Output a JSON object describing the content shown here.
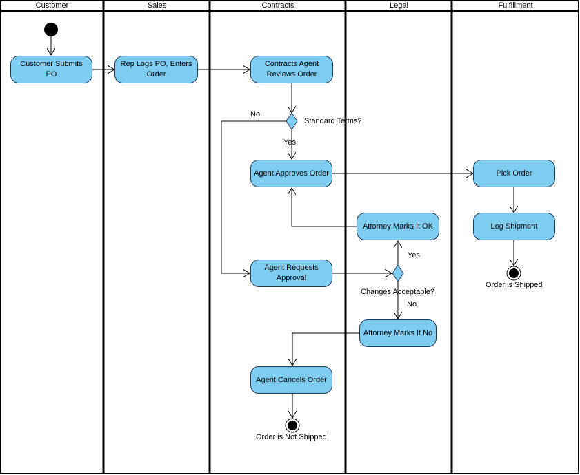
{
  "lanes": {
    "customer": "Customer",
    "sales": "Sales",
    "contracts": "Contracts",
    "legal": "Legal",
    "fulfillment": "Fulfillment"
  },
  "actions": {
    "customer_submits_po": "Customer Submits PO",
    "rep_logs_po": "Rep Logs PO, Enters Order",
    "contracts_agent_reviews": "Contracts Agent Reviews Order",
    "agent_approves": "Agent Approves Order",
    "agent_requests_approval": "Agent Requests Approval",
    "agent_cancels": "Agent Cancels Order",
    "attorney_ok": "Attorney Marks It OK",
    "attorney_no": "Attorney Marks It No",
    "pick_order": "Pick Order",
    "log_shipment": "Log Shipment"
  },
  "decisions": {
    "standard_terms": "Standard Terms?",
    "changes_acceptable": "Changes Acceptable?"
  },
  "guards": {
    "no_standard": "No",
    "yes_standard": "Yes",
    "yes_changes": "Yes",
    "no_changes": "No"
  },
  "finals": {
    "shipped": "Order is Shipped",
    "not_shipped": "Order is Not Shipped"
  },
  "colors": {
    "action_fill": "#7ecdf1",
    "action_border": "#1e3a5a",
    "line": "#000000"
  }
}
